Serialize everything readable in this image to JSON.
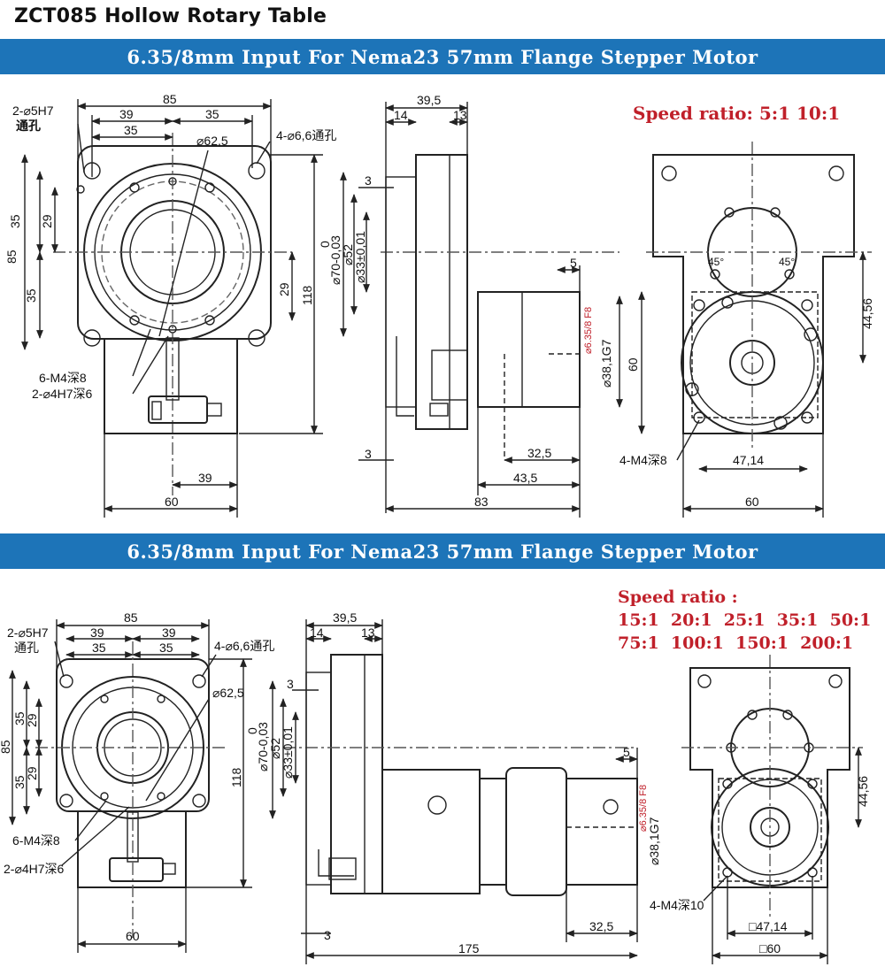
{
  "title": "ZCT085 Hollow Rotary Table",
  "banner_top": "6.35/8mm Input For Nema23 57mm Flange Stepper Motor",
  "banner_bottom": "6.35/8mm Input For Nema23 57mm Flange Stepper Motor",
  "speed_ratio_top": "Speed ratio: 5:1 10:1",
  "speed_ratio_bottom": {
    "label": "Speed ratio :",
    "line1": "15:1  20:1  25:1  35:1  50:1",
    "line2": "75:1  100:1  150:1  200:1"
  },
  "top_front": {
    "w85": "85",
    "w39": "39",
    "w35a": "35",
    "w35b": "35",
    "hole1": "2-⌀5H7",
    "hole1_note": "通孔",
    "dia625": "⌀62,5",
    "hole2": "4-⌀6,6通孔",
    "h35a": "35",
    "h29": "29",
    "h85": "85",
    "h35b": "35",
    "h29b": "29",
    "h118": "118",
    "m4": "6-M4深8",
    "h7": "2-⌀4H7深6",
    "b39": "39",
    "b60": "60"
  },
  "top_side": {
    "w395": "39,5",
    "w14": "14",
    "w13": "13",
    "t3a": "3",
    "d0": "0",
    "d70": "⌀70-0,03",
    "d52": "⌀52",
    "d33": "⌀33±0,01",
    "s5": "5",
    "shaft": "⌀6.35/8 F8",
    "d381": "⌀38,1G7",
    "t3b": "3",
    "l325": "32,5",
    "l435": "43,5",
    "l83": "83"
  },
  "top_rear": {
    "a45a": "45°",
    "a45b": "45°",
    "h4456": "44,56",
    "h60": "60",
    "m4": "4-M4深8",
    "w4714": "47,14",
    "w60": "60"
  },
  "bottom_front": {
    "w85": "85",
    "w39a": "39",
    "w39b": "39",
    "w35a": "35",
    "w35b": "35",
    "hole1": "2-⌀5H7",
    "hole1_note": "通孔",
    "hole2": "4-⌀6,6通孔",
    "dia625": "⌀62,5",
    "h35a": "35",
    "h29a": "29",
    "h85": "85",
    "h35b": "35",
    "h29b": "29",
    "h118": "118",
    "m4": "6-M4深8",
    "h7": "2-⌀4H7深6",
    "b60": "60"
  },
  "bottom_side": {
    "w395": "39,5",
    "w14": "14",
    "w13": "13",
    "t3a": "3",
    "d0": "0",
    "d70": "⌀70-0,03",
    "d52": "⌀52",
    "d33": "⌀33±0,01",
    "s5": "5",
    "shaft": "⌀6.35/8 F8",
    "d381": "⌀38,1G7",
    "t3b": "3",
    "l325": "32,5",
    "l175": "175"
  },
  "bottom_rear": {
    "h4456": "44,56",
    "m4": "4-M4深10",
    "w4714": "□47,14",
    "w60": "□60"
  },
  "colors": {
    "banner": "#1d74b8",
    "ratio": "#c0202a"
  }
}
